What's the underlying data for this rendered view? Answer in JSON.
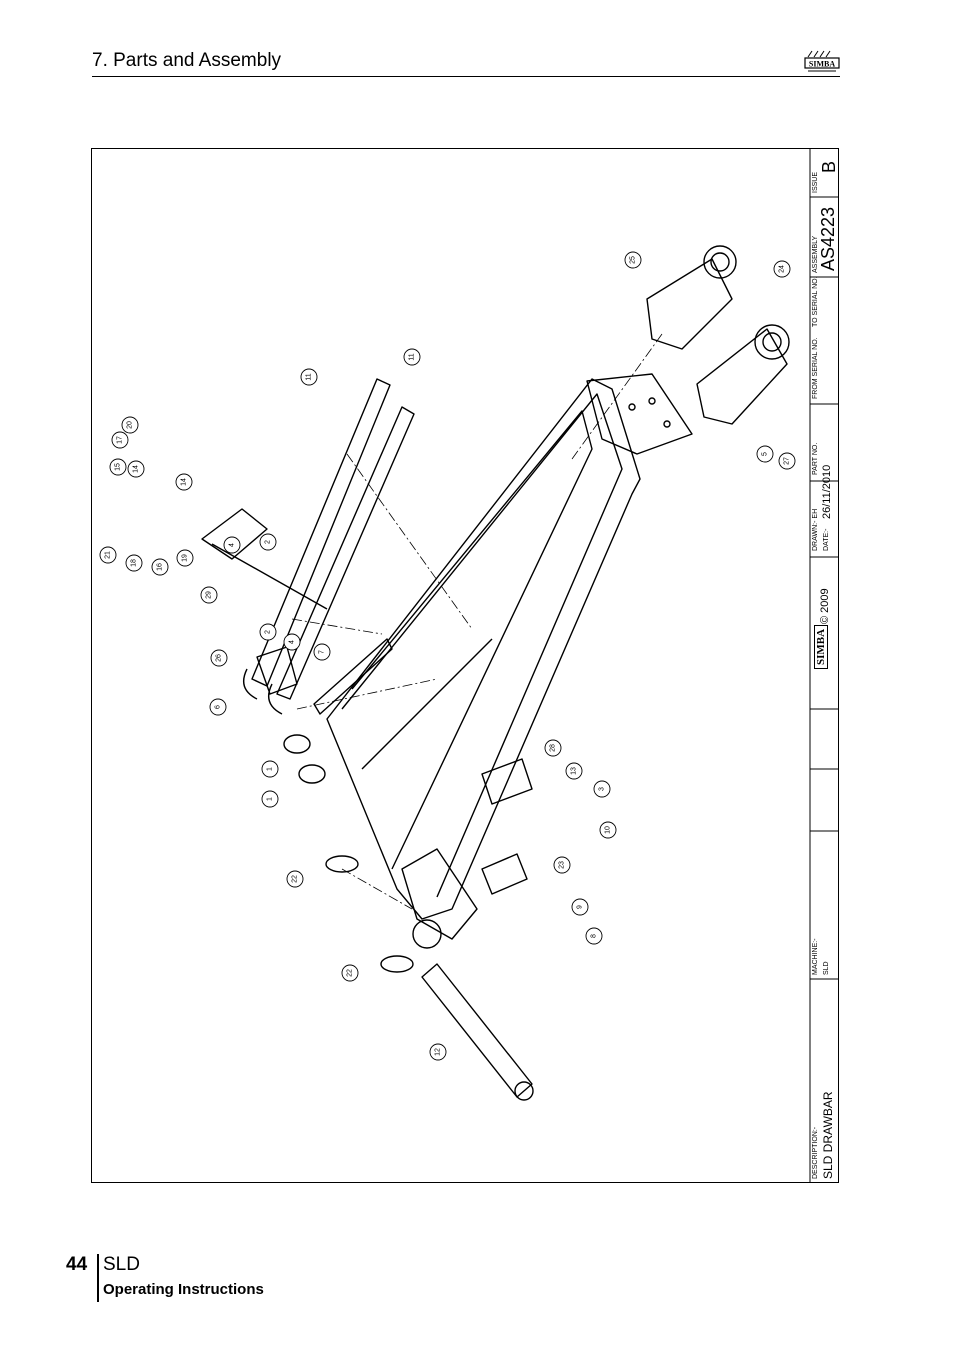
{
  "header": {
    "section_title": "7. Parts and Assembly",
    "logo_text": "SIMBA"
  },
  "title_block": {
    "description_label": "DESCRIPTION:-",
    "description": "SLD DRAWBAR",
    "machine_label": "MACHINE:-",
    "machine": "SLD",
    "logo": "SIMBA",
    "copyright": "© 2009",
    "drawn_label": "DRAWN:- EH",
    "date_label": "DATE:-",
    "date": "26/11/2010",
    "part_no_label": "PART NO.",
    "from_serial_label": "FROM SERIAL NO.",
    "to_serial_label": "TO SERIAL NO.",
    "assembly_label": "ASSEMBLY",
    "assembly": "AS4223",
    "issue_label": "ISSUE",
    "issue": "B"
  },
  "callouts": [
    "1",
    "1",
    "2",
    "2",
    "3",
    "4",
    "4",
    "5",
    "6",
    "7",
    "8",
    "9",
    "10",
    "11",
    "11",
    "12",
    "13",
    "14",
    "14",
    "15",
    "16",
    "17",
    "18",
    "19",
    "20",
    "21",
    "22",
    "22",
    "23",
    "24",
    "25",
    "26",
    "27",
    "28",
    "29"
  ],
  "footer": {
    "page_number": "44",
    "model": "SLD",
    "document": "Operating Instructions"
  }
}
